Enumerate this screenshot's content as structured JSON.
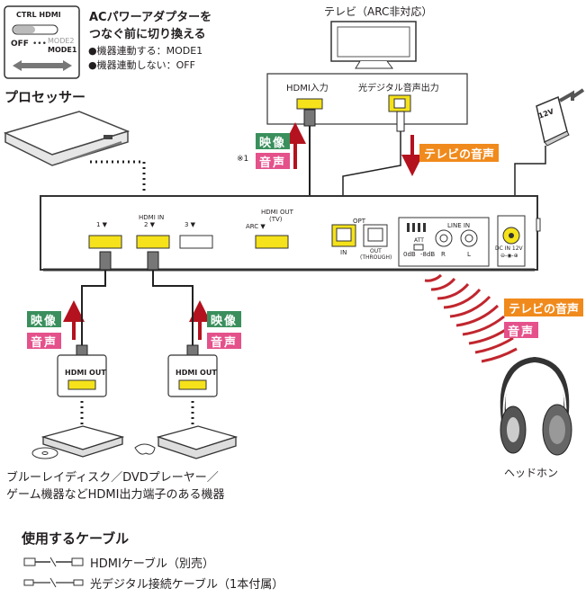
{
  "switch": {
    "label_ctrl": "CTRL HDMI",
    "label_off": "OFF",
    "label_mode2": "MODE2",
    "label_mode1": "MODE1"
  },
  "instruction": {
    "line1": "ACパワーアダプターを",
    "line2": "つなぐ前に切り換える",
    "bullet1": "●機器連動する：MODE1",
    "bullet2": "●機器連動しない：OFF"
  },
  "processor_label": "プロセッサー",
  "tv": {
    "title": "テレビ（ARC非対応）",
    "port_hdmi_in": "HDMI入力",
    "port_optical_out": "光デジタル音声出力"
  },
  "tags": {
    "video": "映像",
    "audio": "音声",
    "tv_audio": "テレビの音声",
    "note1": "※1"
  },
  "adapter_label": "12V",
  "panel": {
    "port1": "1 ▼",
    "port2_top": "HDMI IN",
    "port2": "2 ▼",
    "port3": "3 ▼",
    "hdmi_out_1": "HDMI OUT",
    "hdmi_out_2": "(TV)",
    "arc": "ARC ▼",
    "opt": "OPT",
    "in": "IN",
    "out": "OUT",
    "through": "(THROUGH)",
    "line_in": "LINE IN",
    "att": "ATT",
    "db0": "0dB",
    "db8": "-8dB",
    "r": "R",
    "l": "L",
    "dc_in": "DC IN 12V",
    "dc_sym": "⊖-◉-⊕"
  },
  "source_hdmi_out": "HDMI OUT",
  "headphone_label": "ヘッドホン",
  "device_caption": {
    "line1": "ブルーレイディスク／DVDプレーヤー／",
    "line2": "ゲーム機器などHDMI出力端子のある機器"
  },
  "cables": {
    "title": "使用するケーブル",
    "hdmi": "HDMIケーブル（別売）",
    "optical": "光デジタル接続ケーブル（1本付属）"
  },
  "colors": {
    "video_green": "#3a8f5c",
    "audio_pink": "#e4518b",
    "tv_audio_orange": "#f08a1c",
    "port_yellow": "#f5e21a",
    "arrow_red": "#b3121e"
  }
}
